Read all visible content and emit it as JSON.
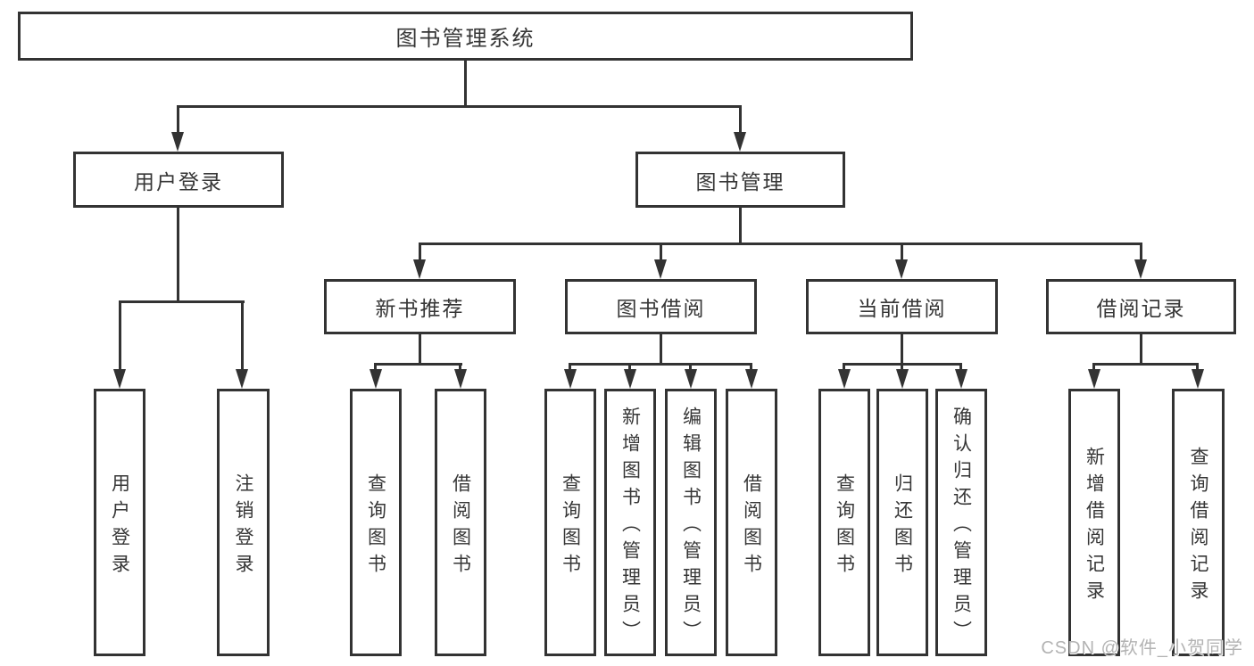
{
  "diagram": {
    "type": "hierarchy-tree",
    "root": {
      "label": "图书管理系统"
    },
    "level2": [
      {
        "label": "用户登录",
        "parent": "图书管理系统"
      },
      {
        "label": "图书管理",
        "parent": "图书管理系统"
      }
    ],
    "level3": [
      {
        "label": "新书推荐",
        "parent": "图书管理"
      },
      {
        "label": "图书借阅",
        "parent": "图书管理"
      },
      {
        "label": "当前借阅",
        "parent": "图书管理"
      },
      {
        "label": "借阅记录",
        "parent": "图书管理"
      }
    ],
    "leaves": [
      {
        "label": "用户登录",
        "parent": "用户登录"
      },
      {
        "label": "注销登录",
        "parent": "用户登录"
      },
      {
        "label": "查询图书",
        "parent": "新书推荐"
      },
      {
        "label": "借阅图书",
        "parent": "新书推荐"
      },
      {
        "label": "查询图书",
        "parent": "图书借阅"
      },
      {
        "label": "新增图书（管理员）",
        "parent": "图书借阅"
      },
      {
        "label": "编辑图书（管理员）",
        "parent": "图书借阅"
      },
      {
        "label": "借阅图书",
        "parent": "图书借阅"
      },
      {
        "label": "查询图书",
        "parent": "当前借阅"
      },
      {
        "label": "归还图书",
        "parent": "当前借阅"
      },
      {
        "label": "确认归还（管理员）",
        "parent": "当前借阅"
      },
      {
        "label": "新增借阅记录",
        "parent": "借阅记录"
      },
      {
        "label": "查询借阅记录",
        "parent": "借阅记录"
      }
    ],
    "watermark": "CSDN @软件_小贺同学",
    "colors": {
      "line": "#333333",
      "text": "#363636",
      "watermark": "#b3b3b3",
      "background": "#ffffff"
    }
  }
}
